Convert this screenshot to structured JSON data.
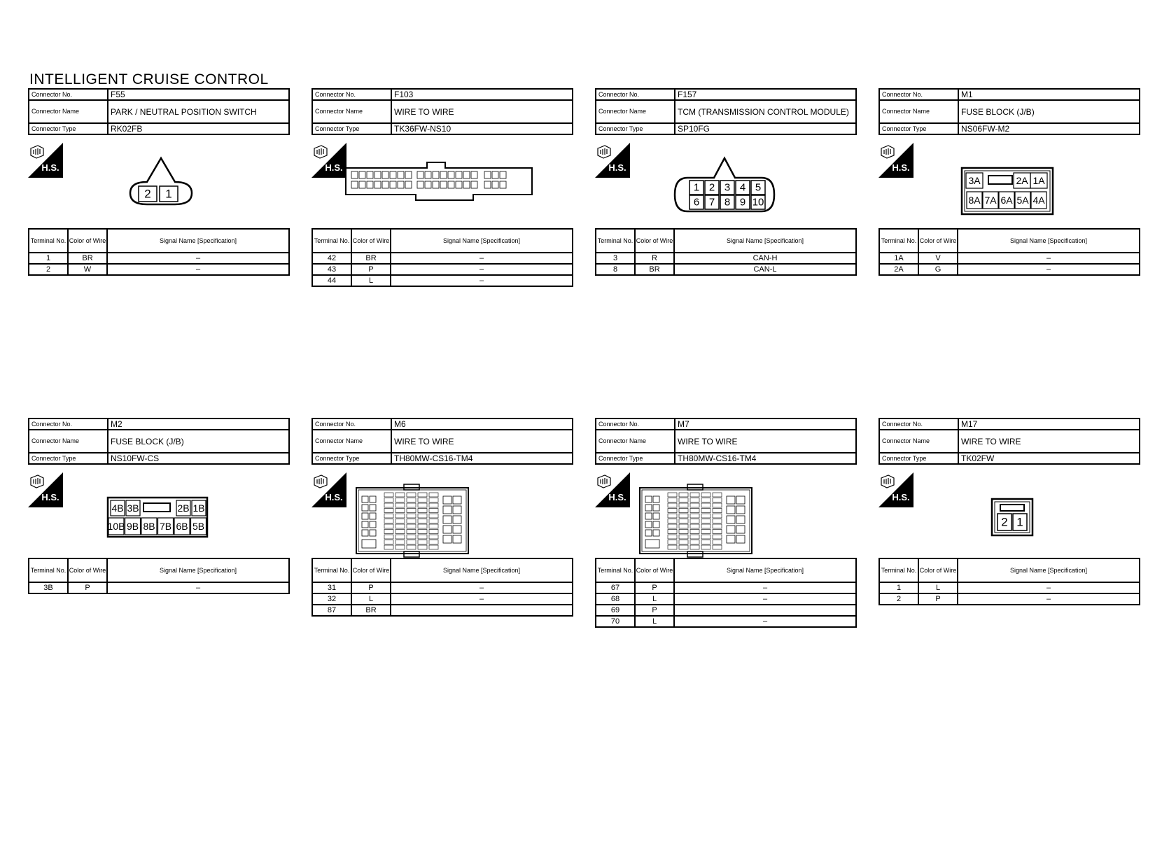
{
  "page_title": "INTELLIGENT CRUISE CONTROL",
  "labels": {
    "connector_no": "Connector No.",
    "connector_name": "Connector Name",
    "connector_type": "Connector Type",
    "hs": "H.S.",
    "terminal_no": "Terminal No.",
    "color_of_wire": "Color of Wire",
    "signal_name": "Signal Name [Specification]"
  },
  "connectors": [
    {
      "no": "F55",
      "name": "PARK / NEUTRAL POSITION SWITCH",
      "type": "RK02FB",
      "diagram": {
        "kind": "triangle2",
        "pins": [
          "2",
          "1"
        ]
      },
      "rows": [
        {
          "t": "1",
          "c": "BR",
          "s": "–"
        },
        {
          "t": "2",
          "c": "W",
          "s": "–"
        }
      ]
    },
    {
      "no": "F103",
      "name": "WIRE TO WIRE",
      "type": "TK36FW-NS10",
      "diagram": {
        "kind": "long36"
      },
      "rows": [
        {
          "t": "42",
          "c": "BR",
          "s": "–"
        },
        {
          "t": "43",
          "c": "P",
          "s": "–"
        },
        {
          "t": "44",
          "c": "L",
          "s": "–"
        }
      ]
    },
    {
      "no": "F157",
      "name": "TCM (TRANSMISSION CONTROL MODULE)",
      "type": "SP10FG",
      "diagram": {
        "kind": "triangle10",
        "top": [
          "1",
          "2",
          "3",
          "4",
          "5"
        ],
        "bottom": [
          "6",
          "7",
          "8",
          "9",
          "10"
        ]
      },
      "rows": [
        {
          "t": "3",
          "c": "R",
          "s": "CAN-H"
        },
        {
          "t": "8",
          "c": "BR",
          "s": "CAN-L"
        }
      ]
    },
    {
      "no": "M1",
      "name": "FUSE BLOCK (J/B)",
      "type": "NS06FW-M2",
      "diagram": {
        "kind": "fuse6",
        "top": [
          "3A",
          "",
          "2A",
          "1A"
        ],
        "bottom": [
          "8A",
          "7A",
          "6A",
          "5A",
          "4A"
        ]
      },
      "rows": [
        {
          "t": "1A",
          "c": "V",
          "s": "–"
        },
        {
          "t": "2A",
          "c": "G",
          "s": "–"
        }
      ]
    },
    {
      "no": "M2",
      "name": "FUSE BLOCK (J/B)",
      "type": "NS10FW-CS",
      "diagram": {
        "kind": "fuse10",
        "top": [
          "4B",
          "3B",
          "",
          "2B",
          "1B"
        ],
        "bottom": [
          "10B",
          "9B",
          "8B",
          "7B",
          "6B",
          "5B"
        ]
      },
      "rows": [
        {
          "t": "3B",
          "c": "P",
          "s": "–"
        }
      ]
    },
    {
      "no": "M6",
      "name": "WIRE TO WIRE",
      "type": "TH80MW-CS16-TM4",
      "diagram": {
        "kind": "block80"
      },
      "rows": [
        {
          "t": "31",
          "c": "P",
          "s": "–"
        },
        {
          "t": "32",
          "c": "L",
          "s": "–"
        },
        {
          "t": "87",
          "c": "BR",
          "s": ""
        }
      ]
    },
    {
      "no": "M7",
      "name": "WIRE TO WIRE",
      "type": "TH80MW-CS16-TM4",
      "diagram": {
        "kind": "block80"
      },
      "rows": [
        {
          "t": "67",
          "c": "P",
          "s": "–"
        },
        {
          "t": "68",
          "c": "L",
          "s": "–"
        },
        {
          "t": "69",
          "c": "P",
          "s": ""
        },
        {
          "t": "70",
          "c": "L",
          "s": "–"
        }
      ]
    },
    {
      "no": "M17",
      "name": "WIRE TO WIRE",
      "type": "TK02FW",
      "diagram": {
        "kind": "square2",
        "pins": [
          "2",
          "1"
        ]
      },
      "rows": [
        {
          "t": "1",
          "c": "L",
          "s": "–"
        },
        {
          "t": "2",
          "c": "P",
          "s": "–"
        }
      ]
    }
  ]
}
